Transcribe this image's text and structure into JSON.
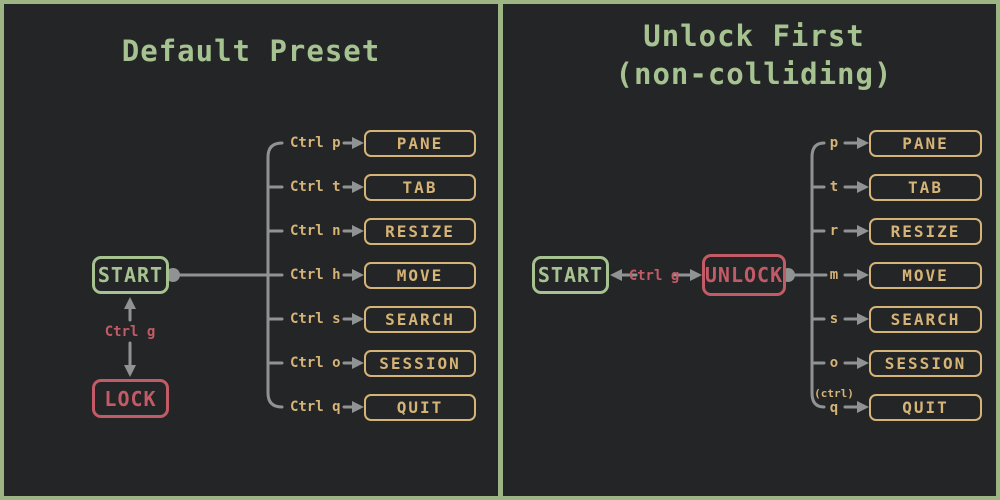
{
  "colors": {
    "bg": "#232527",
    "frame": "#9db584",
    "green": "#a6c290",
    "red": "#c25b66",
    "gold": "#d6b376",
    "gray": "#909394"
  },
  "left": {
    "title": "Default Preset",
    "start_label": "START",
    "lock_label": "LOCK",
    "edge_label": "Ctrl g",
    "branches": [
      {
        "key": "Ctrl p",
        "target": "PANE"
      },
      {
        "key": "Ctrl t",
        "target": "TAB"
      },
      {
        "key": "Ctrl n",
        "target": "RESIZE"
      },
      {
        "key": "Ctrl h",
        "target": "MOVE"
      },
      {
        "key": "Ctrl s",
        "target": "SEARCH"
      },
      {
        "key": "Ctrl o",
        "target": "SESSION"
      },
      {
        "key": "Ctrl q",
        "target": "QUIT"
      }
    ]
  },
  "right": {
    "title_line1": "Unlock First",
    "title_line2": "(non-colliding)",
    "start_label": "START",
    "unlock_label": "UNLOCK",
    "edge_label": "Ctrl g",
    "branches": [
      {
        "key": "p",
        "note": "",
        "target": "PANE"
      },
      {
        "key": "t",
        "note": "",
        "target": "TAB"
      },
      {
        "key": "r",
        "note": "",
        "target": "RESIZE"
      },
      {
        "key": "m",
        "note": "",
        "target": "MOVE"
      },
      {
        "key": "s",
        "note": "",
        "target": "SEARCH"
      },
      {
        "key": "o",
        "note": "",
        "target": "SESSION"
      },
      {
        "key": "q",
        "note": "(ctrl)",
        "target": "QUIT"
      }
    ]
  }
}
